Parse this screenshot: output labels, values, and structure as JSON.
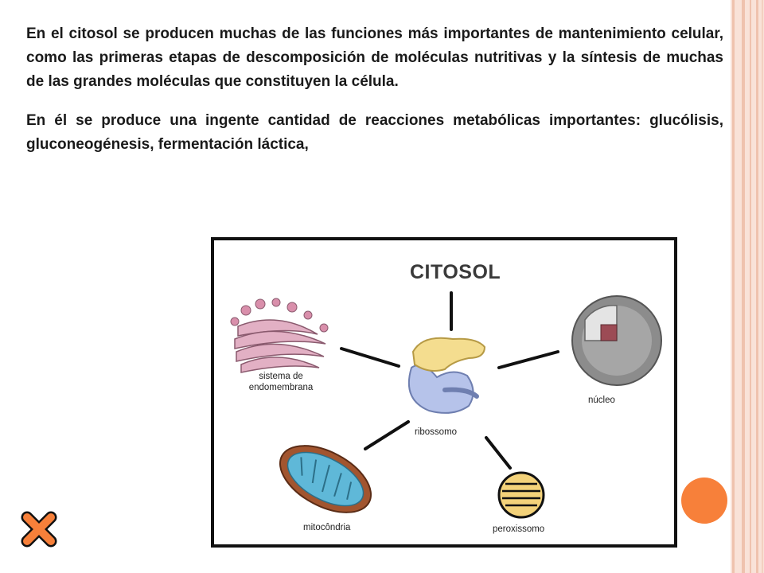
{
  "paragraphs": [
    "En el citosol se producen muchas de las funciones más importantes de mantenimiento celular, como las primeras etapas de descomposición de moléculas nutritivas y la síntesis de muchas de las grandes moléculas que constituyen la célula.",
    "En él se produce una ingente cantidad de reacciones metabólicas importantes: glucólisis, gluconeogénesis, fermentación láctica,"
  ],
  "diagram": {
    "title": "CITOSOL",
    "labels": {
      "sistema_line1": "sistema de",
      "sistema_line2": "endomembrana",
      "nucleo": "núcleo",
      "ribossomo": "ribossomo",
      "mitocondria": "mitocôndria",
      "peroxissomo": "peroxissomo"
    }
  },
  "colors": {
    "accent_orange": "#f7803a",
    "border_pink": "#f9e2d8",
    "mito_blue": "#5fb8d8",
    "ribo_yellow": "#f4dd8f",
    "ribo_blue": "#b6c3ea",
    "nucleus_gray": "#8c8c8c",
    "perox_yellow": "#f3d27a",
    "golgi_pink": "#e2b0c4"
  },
  "icons": {
    "x_mark": "x-icon",
    "circle": "circle-decoration"
  }
}
